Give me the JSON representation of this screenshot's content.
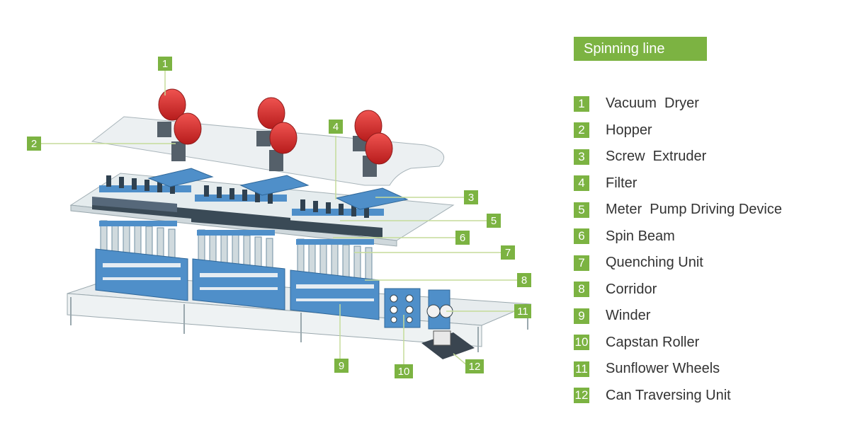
{
  "title": "Spinning line",
  "legend": [
    {
      "num": "1",
      "label": "Vacuum  Dryer"
    },
    {
      "num": "2",
      "label": "Hopper"
    },
    {
      "num": "3",
      "label": "Screw  Extruder"
    },
    {
      "num": "4",
      "label": "Filter"
    },
    {
      "num": "5",
      "label": "Meter  Pump Driving Device"
    },
    {
      "num": "6",
      "label": "Spin Beam"
    },
    {
      "num": "7",
      "label": "Quenching Unit"
    },
    {
      "num": "8",
      "label": "Corridor"
    },
    {
      "num": "9",
      "label": "Winder"
    },
    {
      "num": "10",
      "label": "Capstan Roller"
    },
    {
      "num": "11",
      "label": "Sunflower Wheels"
    },
    {
      "num": "12",
      "label": "Can Traversing Unit"
    }
  ],
  "callouts": [
    "1",
    "2",
    "3",
    "4",
    "5",
    "6",
    "7",
    "8",
    "9",
    "10",
    "11",
    "12"
  ],
  "colors": {
    "accent": "#7cb342",
    "dryer": "#d32f2f",
    "machine": "#4f8fc9",
    "platform": "#dfe7ea"
  }
}
